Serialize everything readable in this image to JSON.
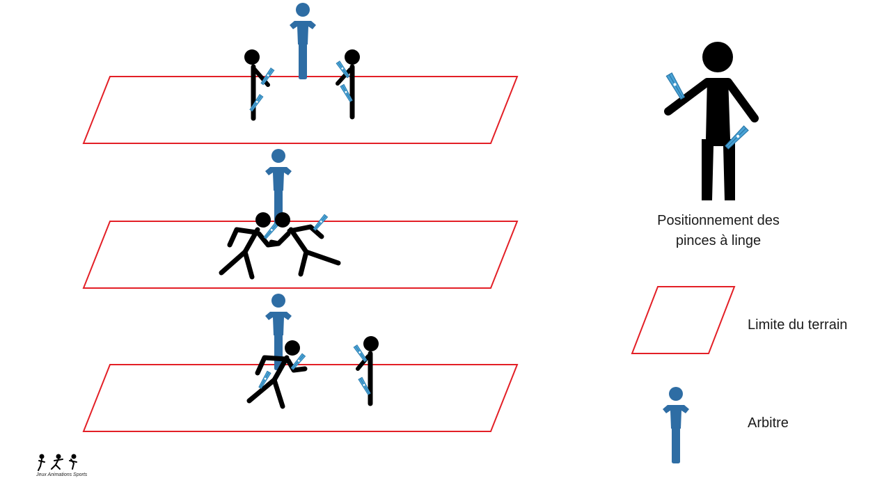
{
  "colors": {
    "field_border": "#e31f26",
    "referee": "#2e6da4",
    "player": "#000000",
    "clothespin": "#4aa3d6",
    "clothespin_dark": "#2b78a8",
    "text": "#1a1a1a"
  },
  "legend": {
    "pin_position_line1": "Positionnement des",
    "pin_position_line2": "pinces à linge",
    "field_limit": "Limite du terrain",
    "referee": "Arbitre"
  },
  "logo": {
    "text": "Jeux Animations Sports"
  },
  "scenes": [
    {
      "name": "stage-1",
      "description_visible": false
    },
    {
      "name": "stage-2",
      "description_visible": false
    },
    {
      "name": "stage-3",
      "description_visible": false
    }
  ]
}
